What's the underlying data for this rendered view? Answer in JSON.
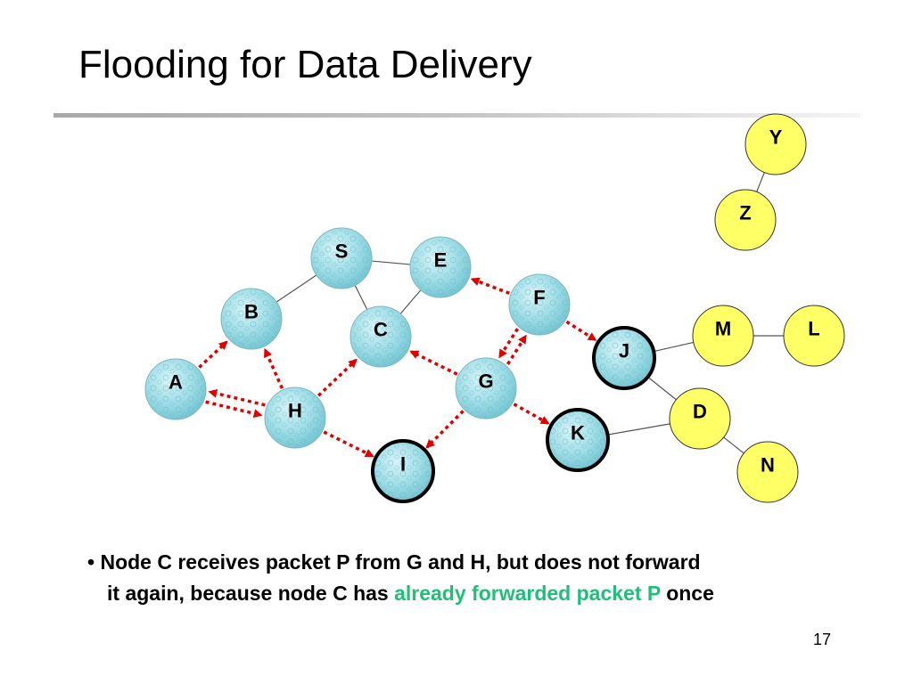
{
  "slide": {
    "title": "Flooding for Data Delivery",
    "page_number": "17"
  },
  "bullet": {
    "marker": "•",
    "part1": "Node C receives packet P from G and H, but does not forward",
    "part2": "it again, because node C has ",
    "highlight": "already forwarded packet P",
    "part3": " once",
    "highlight_color": "#1fbf7a"
  },
  "colors": {
    "network_node": "#9fdde6",
    "other_node": "#ffff66",
    "arrow": "#e00000",
    "link": "#555555"
  },
  "nodes": [
    {
      "id": "S",
      "label": "S",
      "style": "bubble",
      "highlighted": false
    },
    {
      "id": "E",
      "label": "E",
      "style": "bubble",
      "highlighted": false
    },
    {
      "id": "F",
      "label": "F",
      "style": "bubble",
      "highlighted": false
    },
    {
      "id": "B",
      "label": "B",
      "style": "bubble",
      "highlighted": false
    },
    {
      "id": "C",
      "label": "C",
      "style": "bubble",
      "highlighted": false
    },
    {
      "id": "A",
      "label": "A",
      "style": "bubble",
      "highlighted": false
    },
    {
      "id": "G",
      "label": "G",
      "style": "bubble",
      "highlighted": false
    },
    {
      "id": "H",
      "label": "H",
      "style": "bubble",
      "highlighted": false
    },
    {
      "id": "I",
      "label": "I",
      "style": "bubble",
      "highlighted": true
    },
    {
      "id": "J",
      "label": "J",
      "style": "bubble",
      "highlighted": true
    },
    {
      "id": "K",
      "label": "K",
      "style": "bubble",
      "highlighted": true
    },
    {
      "id": "Y",
      "label": "Y",
      "style": "yellow",
      "highlighted": false
    },
    {
      "id": "Z",
      "label": "Z",
      "style": "yellow",
      "highlighted": false
    },
    {
      "id": "M",
      "label": "M",
      "style": "yellow",
      "highlighted": false
    },
    {
      "id": "L",
      "label": "L",
      "style": "yellow",
      "highlighted": false
    },
    {
      "id": "D",
      "label": "D",
      "style": "yellow",
      "highlighted": false
    },
    {
      "id": "N",
      "label": "N",
      "style": "yellow",
      "highlighted": false
    }
  ],
  "links": [
    {
      "from": "S",
      "to": "E"
    },
    {
      "from": "S",
      "to": "B"
    },
    {
      "from": "S",
      "to": "C"
    },
    {
      "from": "E",
      "to": "C"
    },
    {
      "from": "Y",
      "to": "Z"
    },
    {
      "from": "J",
      "to": "M"
    },
    {
      "from": "M",
      "to": "L"
    },
    {
      "from": "J",
      "to": "D"
    },
    {
      "from": "K",
      "to": "D"
    },
    {
      "from": "D",
      "to": "N"
    }
  ],
  "transmissions": [
    {
      "from": "F",
      "to": "E"
    },
    {
      "from": "F",
      "to": "J"
    },
    {
      "from": "F",
      "to": "G"
    },
    {
      "from": "G",
      "to": "F"
    },
    {
      "from": "G",
      "to": "C"
    },
    {
      "from": "G",
      "to": "I"
    },
    {
      "from": "G",
      "to": "K"
    },
    {
      "from": "H",
      "to": "B"
    },
    {
      "from": "H",
      "to": "C"
    },
    {
      "from": "H",
      "to": "A"
    },
    {
      "from": "A",
      "to": "H"
    },
    {
      "from": "H",
      "to": "I"
    },
    {
      "from": "A",
      "to": "B"
    }
  ]
}
